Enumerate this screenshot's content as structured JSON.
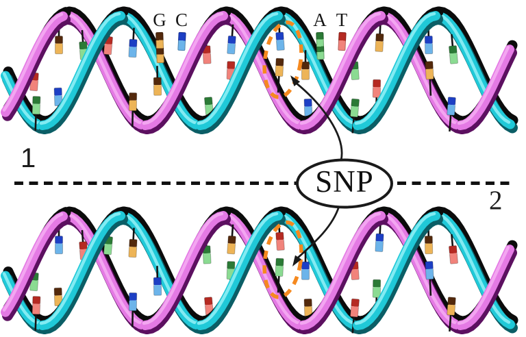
{
  "figure": {
    "snp_label": "SNP",
    "helix1_number": "1",
    "helix2_number": "2"
  },
  "legend": {
    "items": [
      {
        "label": "G",
        "base": "G"
      },
      {
        "label": "C",
        "base": "C"
      },
      {
        "label": "A",
        "base": "A"
      },
      {
        "label": "T",
        "base": "T"
      }
    ]
  },
  "colors": {
    "strand_magenta": "#e47ae4",
    "strand_magenta_light": "#f4abf2",
    "strand_magenta_dark": "#5c1060",
    "strand_cyan": "#20c9d8",
    "strand_cyan_light": "#8deef5",
    "strand_cyan_dark": "#0b5e66",
    "outline": "#0b0b0b",
    "ink": "#1a1a1a",
    "highlight_circle": "#f5891f",
    "base_colors": {
      "G": {
        "dark": "#53290c",
        "light": "#edb457"
      },
      "C": {
        "dark": "#1d3fc4",
        "light": "#6cb4ea"
      },
      "A": {
        "dark": "#2b7a36",
        "light": "#8bdb92"
      },
      "T": {
        "dark": "#b52a22",
        "light": "#f1837b"
      }
    }
  },
  "sequence": {
    "helix1": [
      "T",
      "A",
      "G",
      "C",
      "A",
      "T",
      "C",
      "G",
      "G",
      "T",
      "A",
      "C",
      "T",
      "G",
      "C",
      "A",
      "A",
      "G",
      "T",
      "C",
      "G",
      "A",
      "C",
      "T",
      "T",
      "G",
      "A",
      "C",
      "G",
      "T",
      "C",
      "A",
      "T",
      "G",
      "A",
      "C"
    ],
    "helix2": [
      "A",
      "T",
      "C",
      "G",
      "T",
      "A",
      "G",
      "C",
      "C",
      "A",
      "T",
      "G",
      "A",
      "C",
      "G",
      "T",
      "T",
      "C",
      "A",
      "G",
      "C",
      "T",
      "G",
      "A",
      "A",
      "C",
      "T",
      "G",
      "C",
      "A",
      "G",
      "T",
      "A",
      "C",
      "T",
      "G"
    ]
  },
  "snp": {
    "helix1_pair": {
      "top": "C",
      "bottom": "G"
    },
    "helix2_pair": {
      "top": "T",
      "bottom": "A"
    }
  }
}
